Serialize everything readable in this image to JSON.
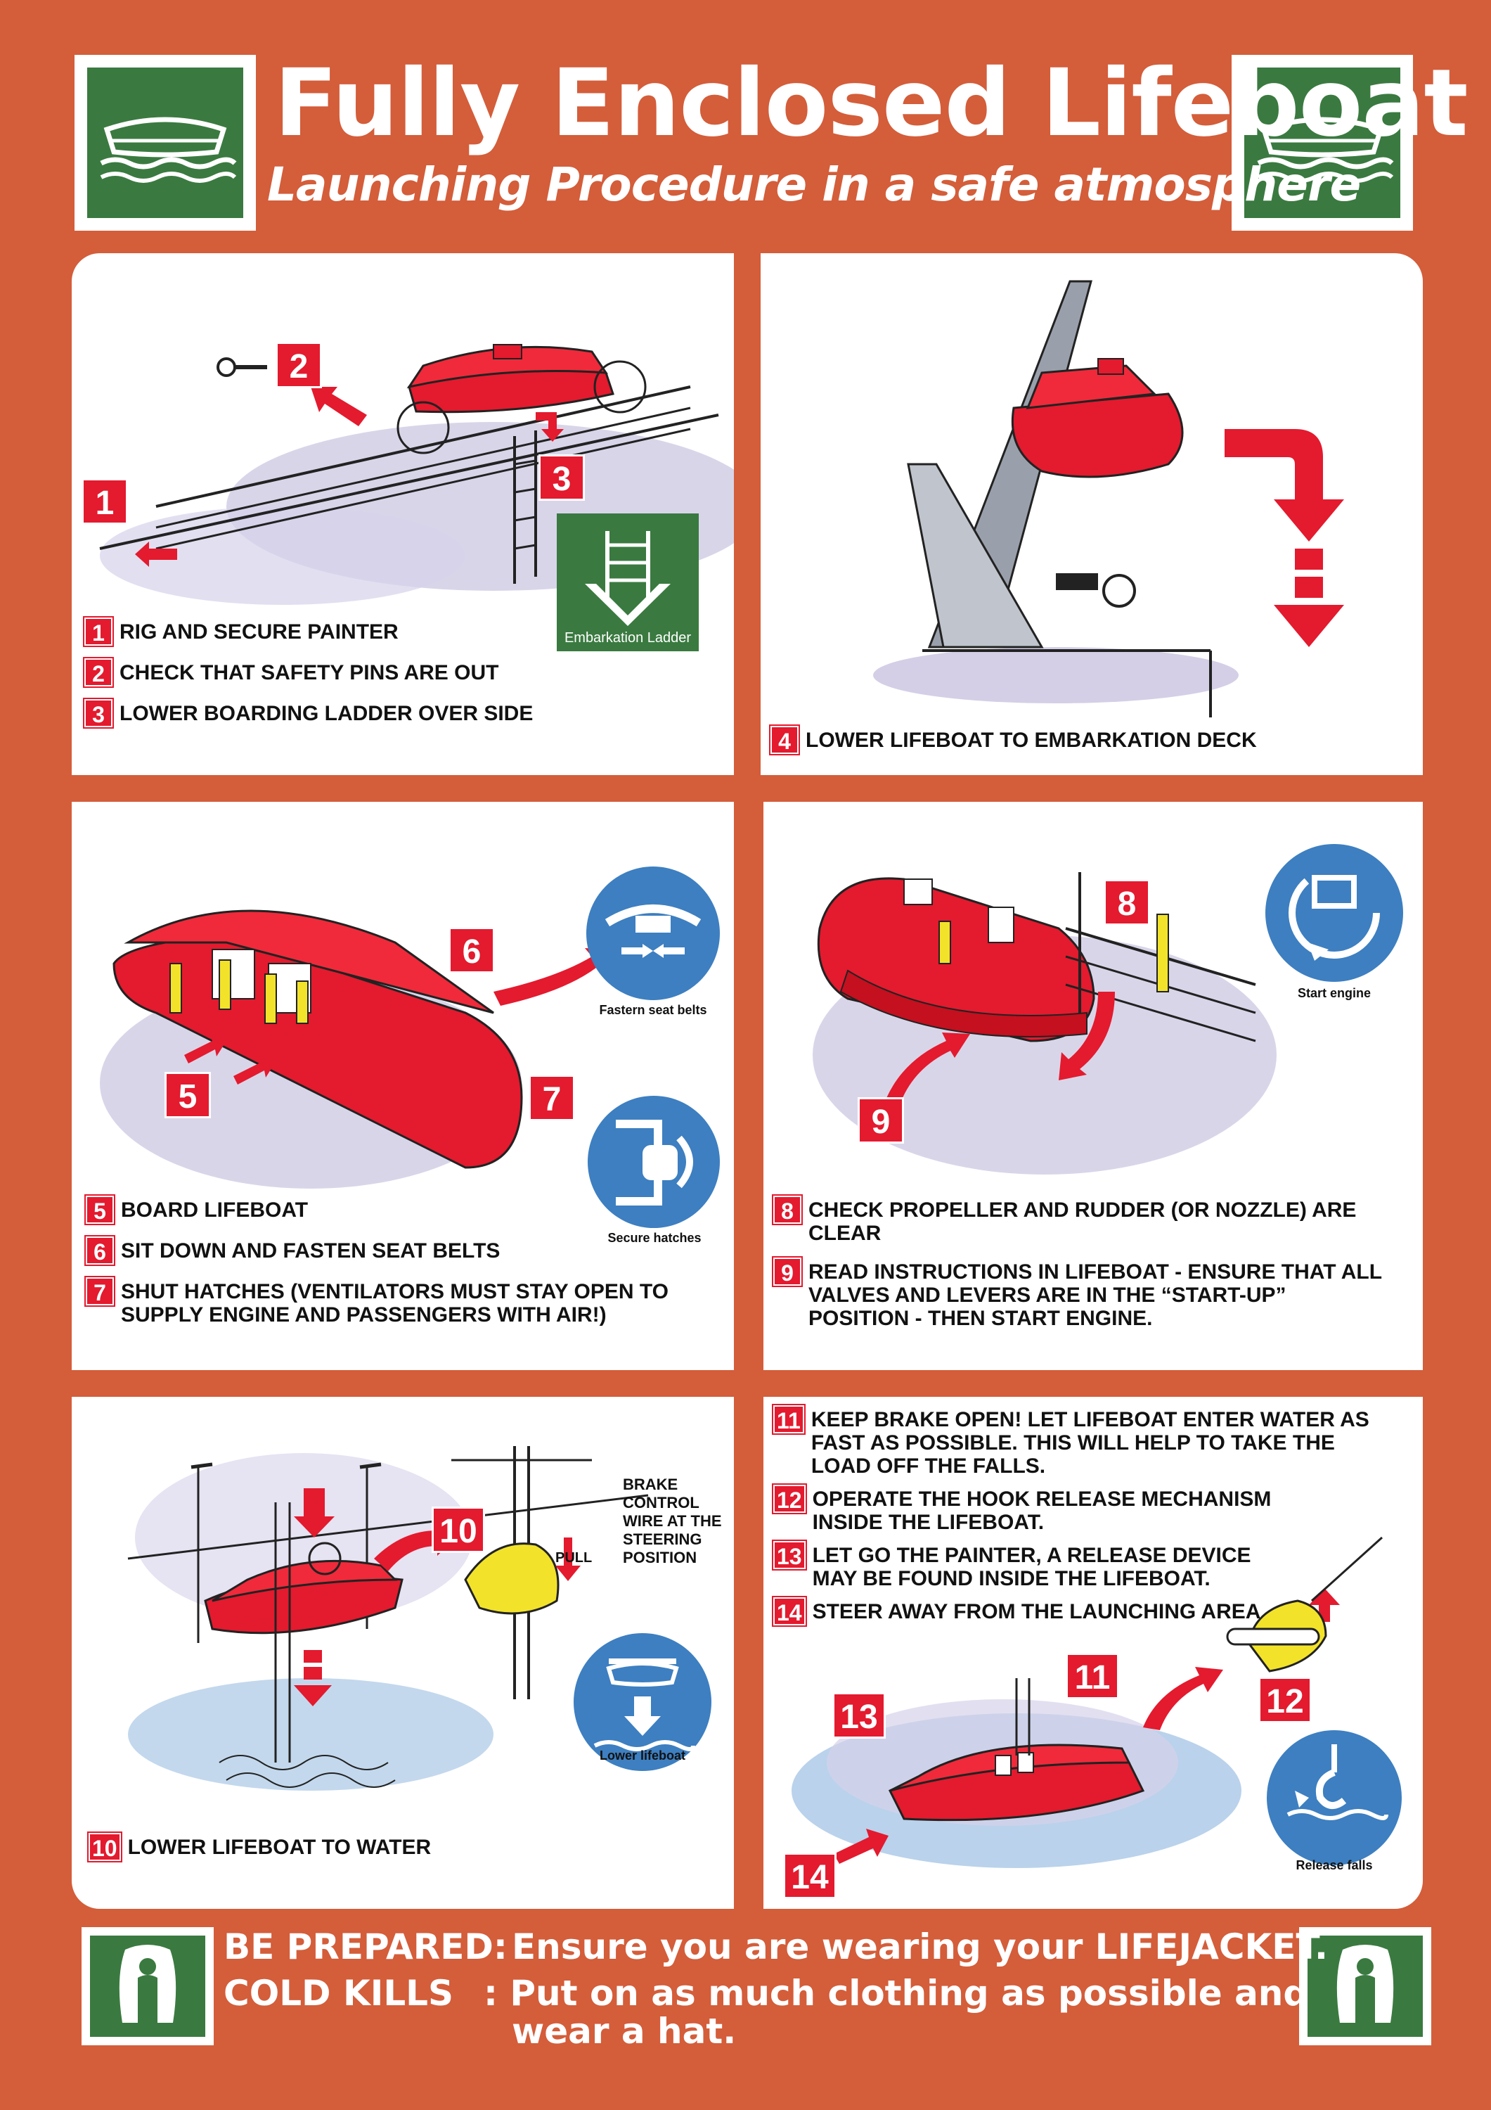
{
  "header": {
    "title": "Fully Enclosed Lifeboat",
    "subtitle": "Launching Procedure in a safe atmosphere"
  },
  "colors": {
    "background": "#d45d3a",
    "sign_green": "#3a7a40",
    "step_red": "#e41a2e",
    "sign_blue": "#3d7fc1",
    "glove_yellow": "#f2e32a"
  },
  "icons": {
    "header_left": "lifeboat-sign-icon",
    "header_right": "lifeboat-sign-icon",
    "footer_left": "lifejacket-sign-icon",
    "footer_right": "lifejacket-sign-icon"
  },
  "panels": {
    "p1": {
      "steps": [
        {
          "num": "1",
          "text": "RIG AND SECURE PAINTER"
        },
        {
          "num": "2",
          "text": "CHECK THAT SAFETY PINS ARE OUT"
        },
        {
          "num": "3",
          "text": "LOWER BOARDING LADDER OVER SIDE"
        }
      ],
      "sign_label": "Embarkation Ladder",
      "callouts": [
        "1",
        "2",
        "3"
      ]
    },
    "p2": {
      "steps": [
        {
          "num": "4",
          "text": "LOWER LIFEBOAT TO EMBARKATION DECK"
        }
      ]
    },
    "p3": {
      "steps": [
        {
          "num": "5",
          "text": "BOARD LIFEBOAT"
        },
        {
          "num": "6",
          "text": "SIT DOWN AND FASTEN SEAT BELTS"
        },
        {
          "num": "7",
          "text": "SHUT HATCHES (VENTILATORS MUST STAY OPEN TO SUPPLY ENGINE AND PASSENGERS WITH AIR!)"
        }
      ],
      "callouts": [
        "5",
        "6",
        "7"
      ],
      "sign_seatbelts": "Fastern seat belts",
      "sign_hatches": "Secure hatches"
    },
    "p4": {
      "steps": [
        {
          "num": "8",
          "text": "CHECK PROPELLER AND RUDDER (OR NOZZLE) ARE CLEAR"
        },
        {
          "num": "9",
          "text": "READ INSTRUCTIONS IN LIFEBOAT - ENSURE THAT ALL VALVES AND LEVERS ARE IN THE “START-UP” POSITION - THEN START ENGINE."
        }
      ],
      "callouts": [
        "8",
        "9"
      ],
      "sign_engine": "Start engine"
    },
    "p5": {
      "steps": [
        {
          "num": "10",
          "text": "LOWER LIFEBOAT TO WATER"
        }
      ],
      "callouts": [
        "10"
      ],
      "brake_note": "BRAKE CONTROL WIRE AT THE STEERING POSITION",
      "pull_label": "PULL",
      "sign_lower": "Lower lifeboat"
    },
    "p6": {
      "steps": [
        {
          "num": "11",
          "text": "KEEP BRAKE OPEN! LET LIFEBOAT ENTER WATER AS FAST AS POSSIBLE. THIS WILL HELP TO TAKE THE LOAD OFF THE FALLS."
        },
        {
          "num": "12",
          "text": "OPERATE THE HOOK RELEASE MECHANISM INSIDE THE LIFEBOAT."
        },
        {
          "num": "13",
          "text": "LET GO THE PAINTER, A RELEASE DEVICE MAY BE FOUND INSIDE THE LIFEBOAT."
        },
        {
          "num": "14",
          "text": "STEER AWAY FROM THE LAUNCHING AREA"
        }
      ],
      "callouts": [
        "11",
        "12",
        "13",
        "14"
      ],
      "sign_release": "Release falls"
    }
  },
  "footer": {
    "line1_label": "BE PREPARED:",
    "line1_text": "Ensure you are wearing your LIFEJACKET.",
    "line2_label": "COLD KILLS",
    "line2_text": ": Put on as much clothing as possible and",
    "line3_text": "wear a hat."
  }
}
